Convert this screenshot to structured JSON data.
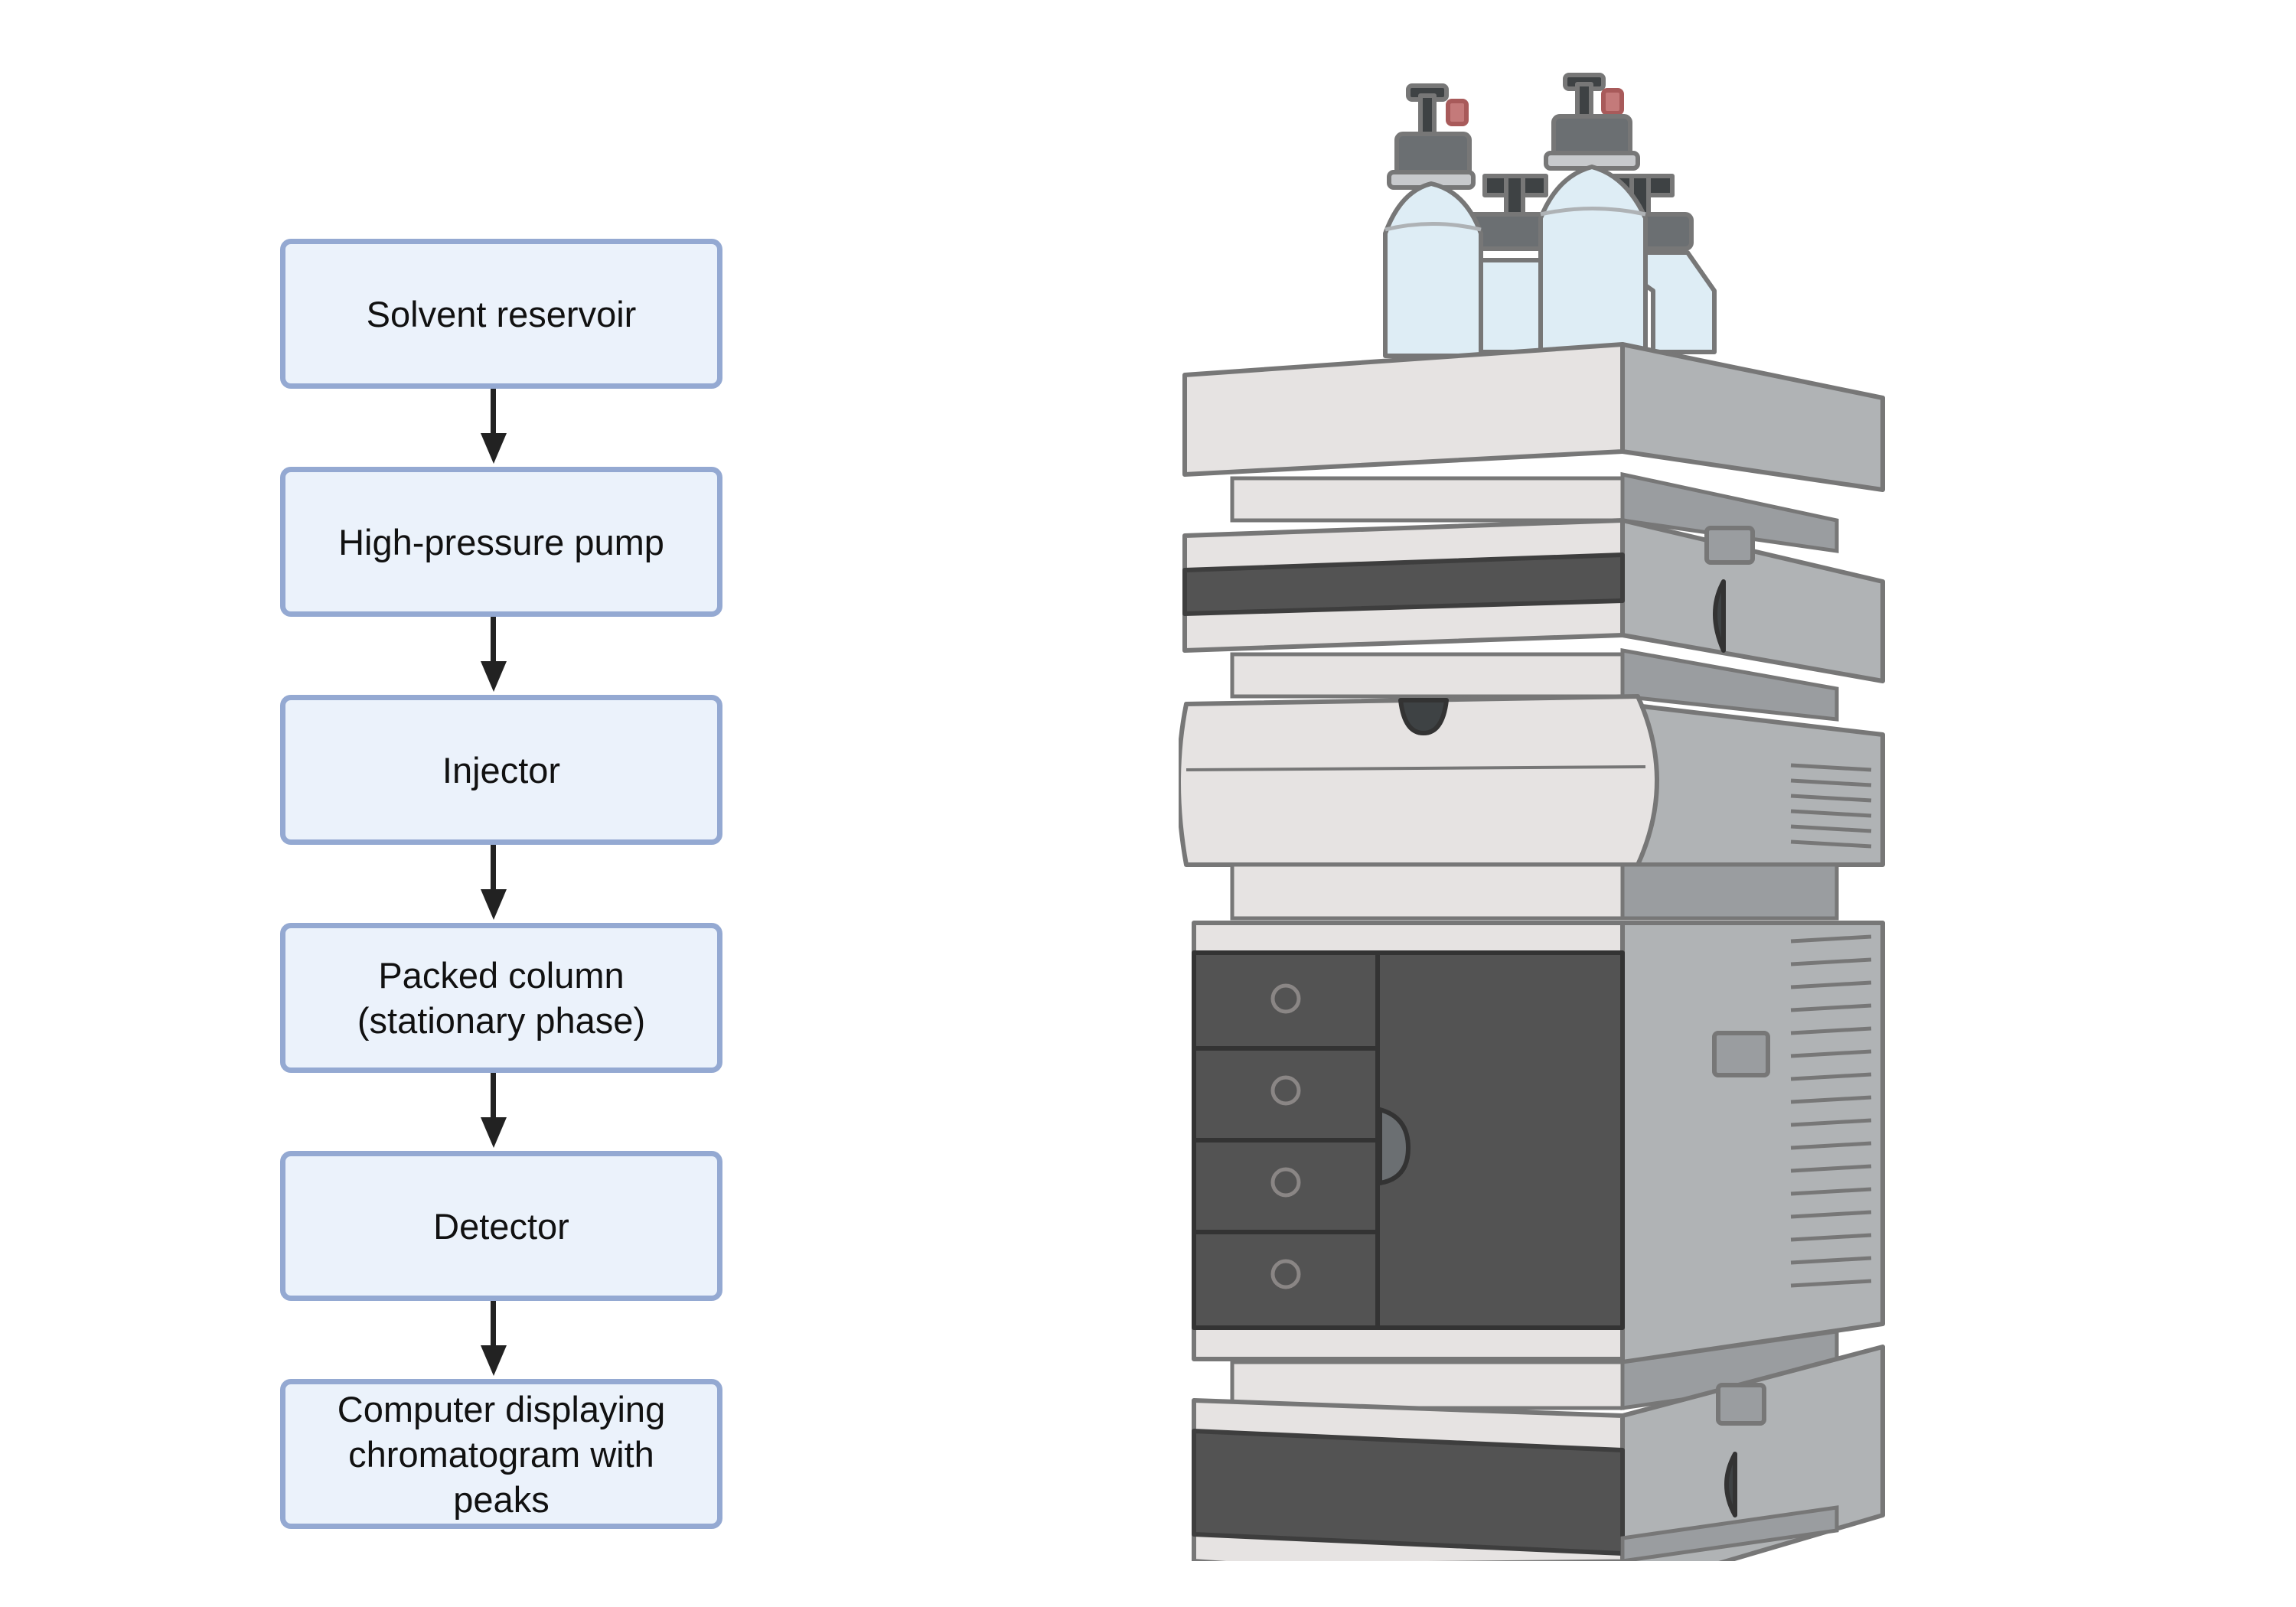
{
  "flowchart": {
    "title": "HPLC workflow",
    "steps": [
      {
        "label": "Solvent reservoir"
      },
      {
        "label": "High-pressure pump"
      },
      {
        "label": "Injector"
      },
      {
        "label": "Packed column (stationary phase)"
      },
      {
        "label": "Detector"
      },
      {
        "label": "Computer displaying chromatogram with peaks"
      }
    ],
    "colors": {
      "box_fill": "#EBF2FB",
      "box_border": "#94A9D2",
      "arrow": "#222222"
    }
  },
  "illustration": {
    "subject": "HPLC instrument stack",
    "bottle_count": 4,
    "modules": [
      "solvent tray",
      "pump",
      "autosampler",
      "column compartment",
      "detector"
    ],
    "colors": {
      "panel_light": "#E6E3E2",
      "panel_side": "#B0B3B5",
      "outline": "#777777",
      "panel_dark": "#535353",
      "bottle_fill": "#DEEDF5",
      "cap": "#6B6F72",
      "valve_red": "#C47A7A"
    }
  }
}
